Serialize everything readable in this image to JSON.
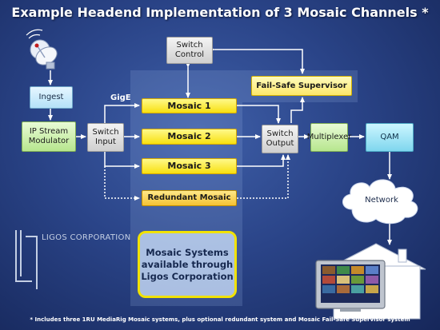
{
  "title": "Example Headend Implementation of 3 Mosaic Channels *",
  "labels": {
    "gige": "GigE"
  },
  "boxes": {
    "ingest": "Ingest",
    "ip_stream_modulator": "IP Stream\nModulator",
    "switch_input": "Switch\nInput",
    "switch_control": "Switch\nControl",
    "mosaic_1": "Mosaic 1",
    "mosaic_2": "Mosaic 2",
    "mosaic_3": "Mosaic 3",
    "redundant_mosaic": "Redundant Mosaic",
    "fail_safe_supervisor": "Fail-Safe Supervisor",
    "switch_output": "Switch\nOutput",
    "multiplexer": "Multiplexer",
    "qam": "QAM",
    "network": "Network"
  },
  "logo": {
    "company": "LIGOS CORPORATION"
  },
  "callout": "Mosaic Systems\navailable through\nLigos Corporation",
  "footnote": "* Includes three 1RU MediaRig Mosaic systems, plus optional redundant system and Mosaic Fail-Safe Supervisor system"
}
